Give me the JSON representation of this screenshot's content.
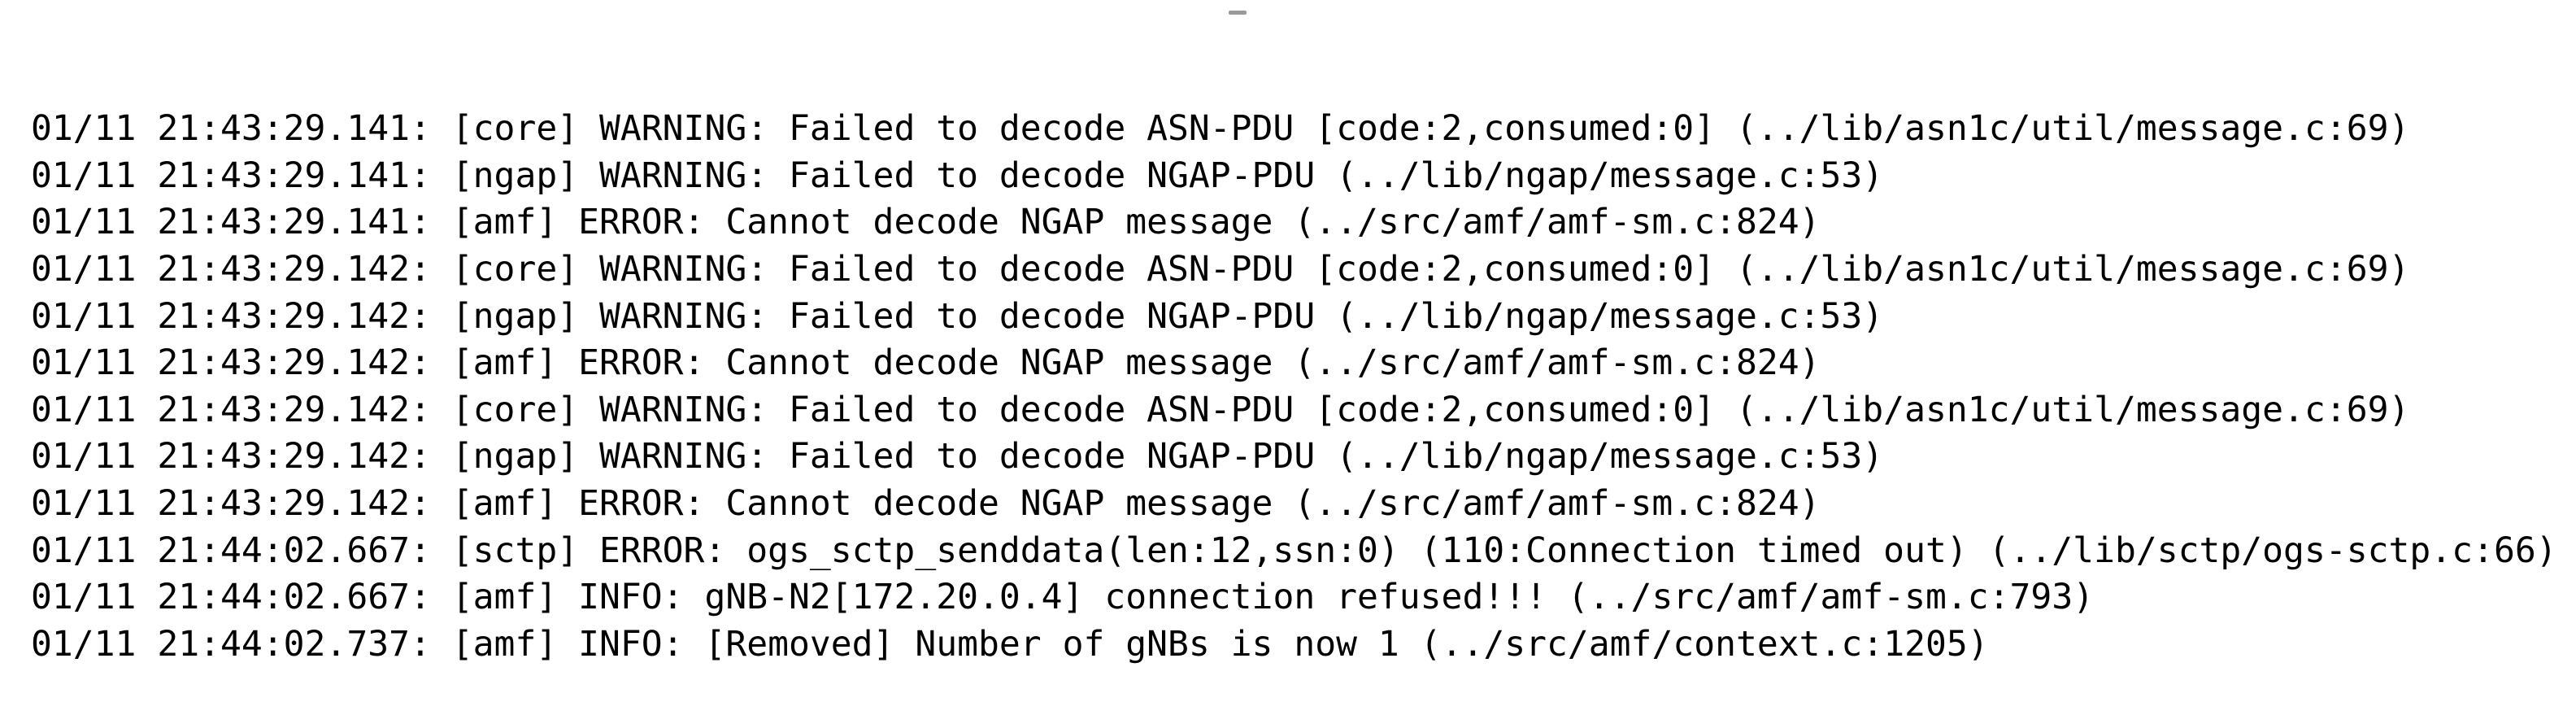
{
  "colors": {
    "background": "#ffffff",
    "text": "#000000",
    "artifact": "#8a8a8a"
  },
  "log": {
    "lines": [
      {
        "time": "01/11 21:43:29.141:",
        "tag": "[core]",
        "level": "WARNING:",
        "message": "Failed to decode ASN-PDU [code:2,consumed:0]",
        "src": "(../lib/asn1c/util/message.c:69)"
      },
      {
        "time": "01/11 21:43:29.141:",
        "tag": "[ngap]",
        "level": "WARNING:",
        "message": "Failed to decode NGAP-PDU",
        "src": "(../lib/ngap/message.c:53)"
      },
      {
        "time": "01/11 21:43:29.141:",
        "tag": "[amf]",
        "level": "ERROR:",
        "message": "Cannot decode NGAP message",
        "src": "(../src/amf/amf-sm.c:824)"
      },
      {
        "time": "01/11 21:43:29.142:",
        "tag": "[core]",
        "level": "WARNING:",
        "message": "Failed to decode ASN-PDU [code:2,consumed:0]",
        "src": "(../lib/asn1c/util/message.c:69)"
      },
      {
        "time": "01/11 21:43:29.142:",
        "tag": "[ngap]",
        "level": "WARNING:",
        "message": "Failed to decode NGAP-PDU",
        "src": "(../lib/ngap/message.c:53)"
      },
      {
        "time": "01/11 21:43:29.142:",
        "tag": "[amf]",
        "level": "ERROR:",
        "message": "Cannot decode NGAP message",
        "src": "(../src/amf/amf-sm.c:824)"
      },
      {
        "time": "01/11 21:43:29.142:",
        "tag": "[core]",
        "level": "WARNING:",
        "message": "Failed to decode ASN-PDU [code:2,consumed:0]",
        "src": "(../lib/asn1c/util/message.c:69)"
      },
      {
        "time": "01/11 21:43:29.142:",
        "tag": "[ngap]",
        "level": "WARNING:",
        "message": "Failed to decode NGAP-PDU",
        "src": "(../lib/ngap/message.c:53)"
      },
      {
        "time": "01/11 21:43:29.142:",
        "tag": "[amf]",
        "level": "ERROR:",
        "message": "Cannot decode NGAP message",
        "src": "(../src/amf/amf-sm.c:824)"
      },
      {
        "time": "01/11 21:44:02.667:",
        "tag": "[sctp]",
        "level": "ERROR:",
        "message": "ogs_sctp_senddata(len:12,ssn:0) (110:Connection timed out)",
        "src": "(../lib/sctp/ogs-sctp.c:66)"
      },
      {
        "time": "01/11 21:44:02.667:",
        "tag": "[amf]",
        "level": "INFO:",
        "message": "gNB-N2[172.20.0.4] connection refused!!!",
        "src": "(../src/amf/amf-sm.c:793)"
      },
      {
        "time": "01/11 21:44:02.737:",
        "tag": "[amf]",
        "level": "INFO:",
        "message": "[Removed] Number of gNBs is now 1",
        "src": "(../src/amf/context.c:1205)"
      }
    ]
  }
}
